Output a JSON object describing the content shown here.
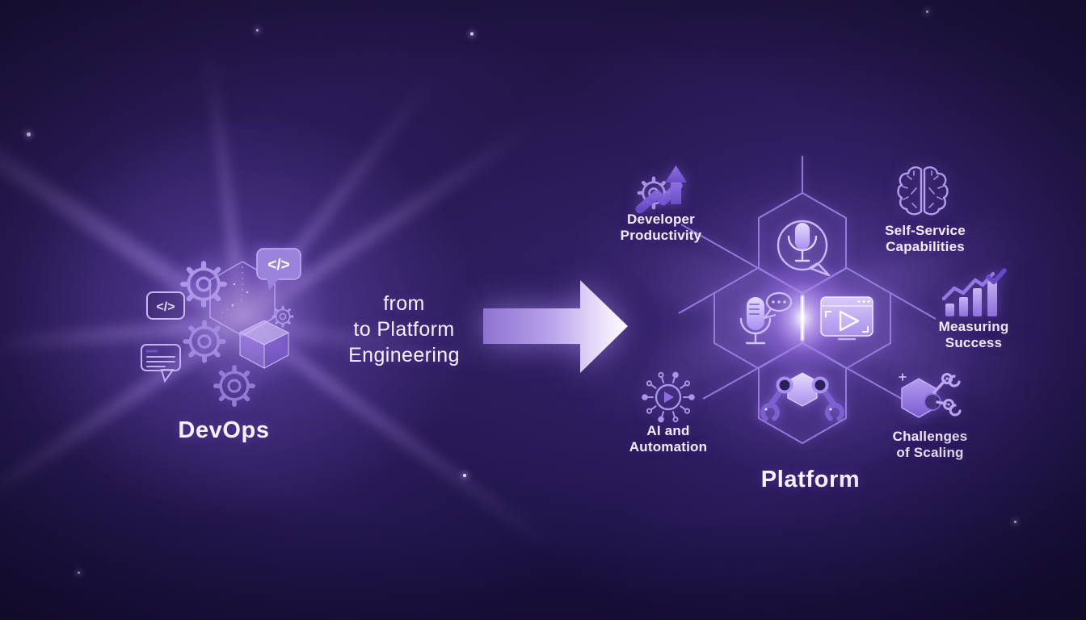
{
  "left_cluster": {
    "title": "DevOps",
    "code_tag": "</>",
    "code_bubble": "</>",
    "icons": [
      "gear-icon",
      "code-tag-icon",
      "code-speech-bubble-icon",
      "wireframe-hexagon-icon",
      "cube-icon",
      "message-lines-icon"
    ]
  },
  "transition": {
    "caption": "from\nto Platform\nEngineering",
    "arrow_icon": "right-arrow-icon"
  },
  "right_cluster": {
    "title": "Platform",
    "hex_icons": [
      "mic-speech-bubble-icon",
      "mic-chat-icon",
      "video-player-icon",
      "robot-gripper-icon"
    ],
    "satellites": [
      {
        "id": "developer-productivity",
        "label": "Developer\nProductivity",
        "icon": "gear-growth-arrow-icon"
      },
      {
        "id": "self-service-capabilities",
        "label": "Self-Service\nCapabilities",
        "icon": "brain-icon"
      },
      {
        "id": "measuring-success",
        "label": "Measuring\nSuccess",
        "icon": "bar-chart-check-icon"
      },
      {
        "id": "challenges-of-scaling",
        "label": "Challenges\nof Scaling",
        "icon": "hexagon-robotic-arm-icon"
      },
      {
        "id": "ai-and-automation",
        "label": "AI and\nAutomation",
        "icon": "ai-play-network-icon"
      }
    ]
  },
  "colors": {
    "background": "#1d1242",
    "accent": "#a88ee6",
    "accent_bright": "#efe8fc",
    "text": "#f6f2fd"
  }
}
